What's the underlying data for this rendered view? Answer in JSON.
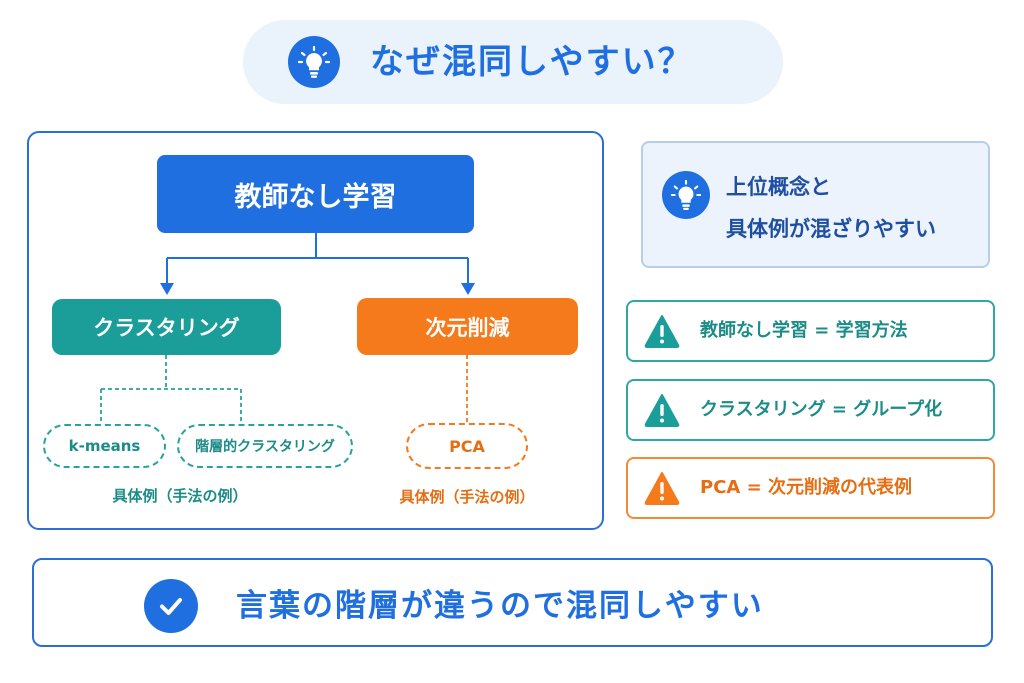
{
  "title": "なぜ混同しやすい？",
  "diagram": {
    "root": "教師なし学習",
    "cluster": "クラスタリング",
    "reduce": "次元削減",
    "cluster_examples": [
      "k-means",
      "階層的クラスタリング"
    ],
    "reduce_examples": [
      "PCA"
    ],
    "cluster_caption": "具体例（手法の例）",
    "reduce_caption": "具体例（手法の例）"
  },
  "info": {
    "line1": "上位概念と",
    "line2": "具体例が混ざりやすい"
  },
  "warnings": [
    {
      "text": "教師なし学習 = 学習方法",
      "color": "#1b9e9a"
    },
    {
      "text": "クラスタリング = グループ化",
      "color": "#1b9e9a"
    },
    {
      "text": "PCA = 次元削減の代表例",
      "color": "#f47a1c"
    }
  ],
  "conclusion": "言葉の階層が違うので混同しやすい",
  "colors": {
    "primary": "#1f6fe0",
    "teal": "#1b9e9a",
    "orange": "#f47a1c",
    "light_blue_bg": "#eaf2fb"
  },
  "icons": {
    "title": "lightbulb-icon",
    "info": "lightbulb-icon",
    "warning": "warning-triangle-icon",
    "conclusion": "check-icon"
  }
}
